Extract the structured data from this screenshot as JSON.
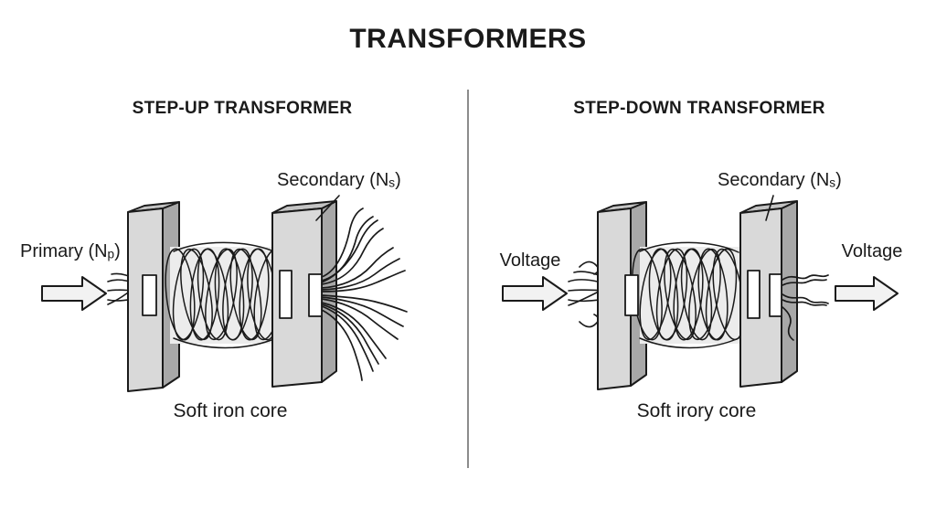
{
  "title": "TRANSFORMERS",
  "panels": {
    "step_up": {
      "heading": "STEP-UP TRANSFORMER",
      "primary_label": {
        "pre": "Primary (N",
        "sub": "p",
        "post": ")"
      },
      "secondary_label": {
        "pre": "Secondary (N",
        "sub": "s",
        "post": ")"
      },
      "caption": "Soft iron core"
    },
    "step_down": {
      "heading": "STEP-DOWN TRANSFORMER",
      "input_label": "Voltage",
      "output_label": "Voltage",
      "secondary_label": {
        "pre": "Secondary (N",
        "sub": "s",
        "post": ")"
      },
      "caption": "Soft irory core"
    }
  },
  "icons": {
    "step_up_input_arrow": "arrow-right",
    "step_down_input_arrow": "arrow-right",
    "step_down_output_arrow": "arrow-right"
  },
  "colors": {
    "background": "#ffffff",
    "ink": "#1a1a1a",
    "plate_front": "#d9d9d9",
    "plate_side": "#a8a8a8",
    "plate_top": "#c4c4c4",
    "coil_background": "#ececec",
    "arrow_fill": "#f2f2f2",
    "divider": "#666666"
  }
}
